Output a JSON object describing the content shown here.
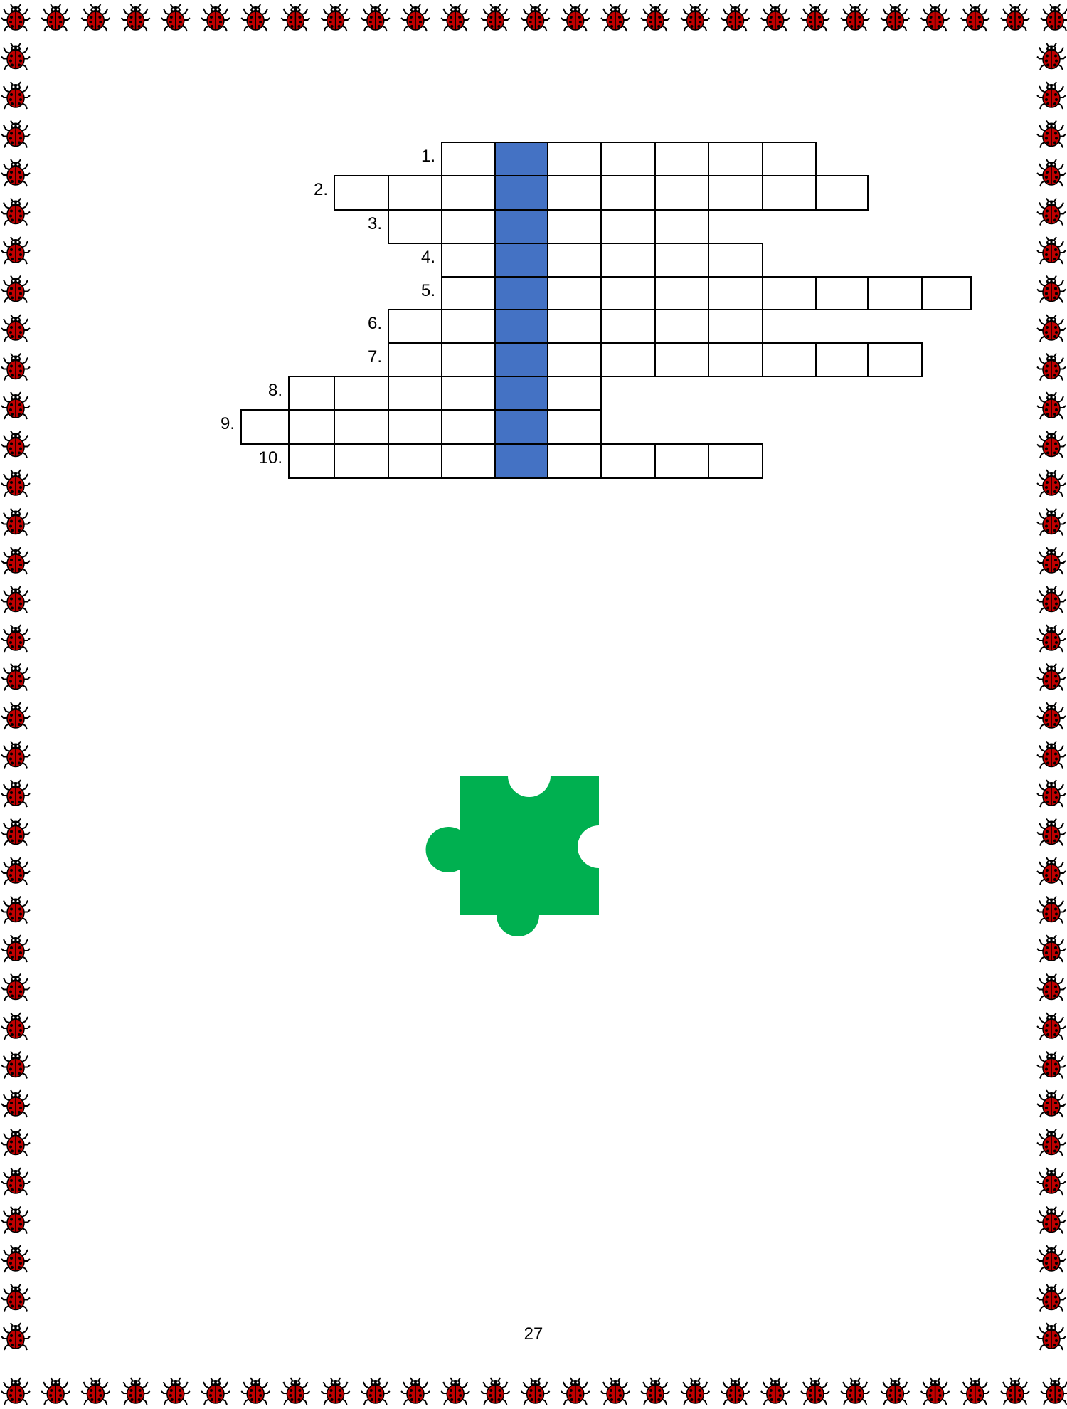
{
  "crossword": {
    "highlight_color": "#4472c4",
    "rows": [
      {
        "number": "1.",
        "start": 4,
        "length": 7
      },
      {
        "number": "2.",
        "start": 2,
        "length": 10
      },
      {
        "number": "3.",
        "start": 3,
        "length": 6
      },
      {
        "number": "4.",
        "start": 4,
        "length": 6
      },
      {
        "number": "5.",
        "start": 4,
        "length": 10
      },
      {
        "number": "6.",
        "start": 3,
        "length": 7
      },
      {
        "number": "7.",
        "start": 3,
        "length": 10
      },
      {
        "number": "8.",
        "start": 1,
        "length": 6
      },
      {
        "number": "9.",
        "start": 0,
        "length": 7
      },
      {
        "number": "10.",
        "start": 1,
        "length": 9
      }
    ],
    "highlight_column": 5
  },
  "puzzle_piece": {
    "icon": "puzzle-piece-icon",
    "color": "#00b050"
  },
  "border": {
    "icon": "ladybug-icon",
    "body_color": "#c00000"
  },
  "footer": {
    "page_number": "27"
  }
}
